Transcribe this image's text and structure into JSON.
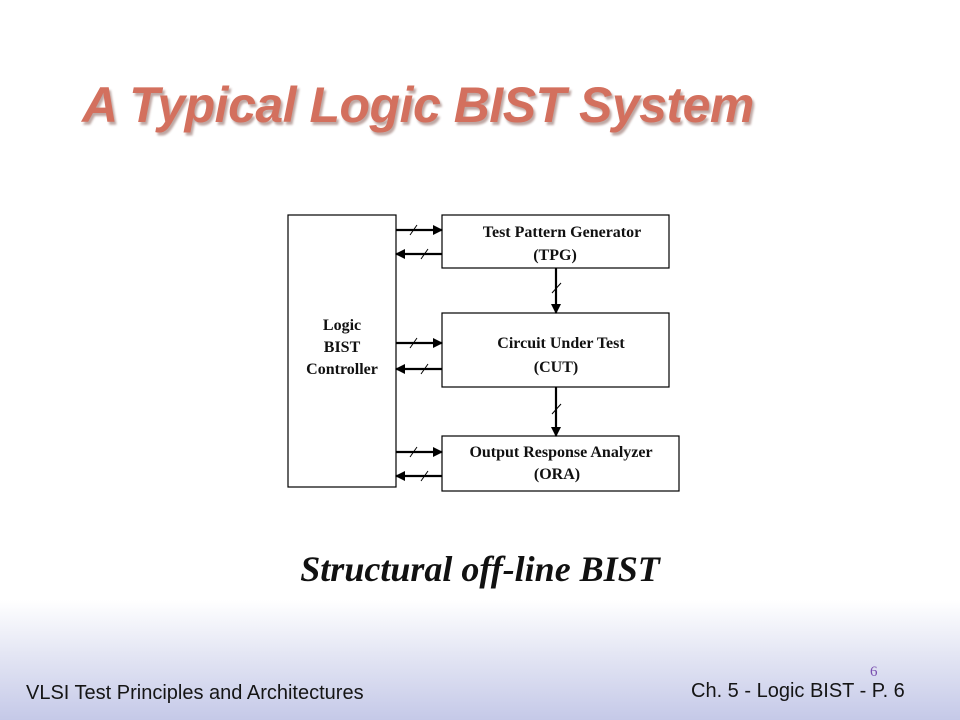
{
  "slide": {
    "title": "A Typical Logic BIST System",
    "caption": "Structural off-line BIST",
    "footer_left": "VLSI Test Principles and Architectures",
    "footer_right": "Ch. 5 - Logic BIST - P. 6",
    "slide_number": "6"
  },
  "diagram": {
    "controller": {
      "line1": "Logic",
      "line2": "BIST",
      "line3": "Controller"
    },
    "tpg": {
      "line1": "Test Pattern Generator",
      "line2": "(TPG)"
    },
    "cut": {
      "line1": "Circuit Under Test",
      "line2": "(CUT)"
    },
    "ora": {
      "line1": "Output Response Analyzer",
      "line2": "(ORA)"
    }
  }
}
